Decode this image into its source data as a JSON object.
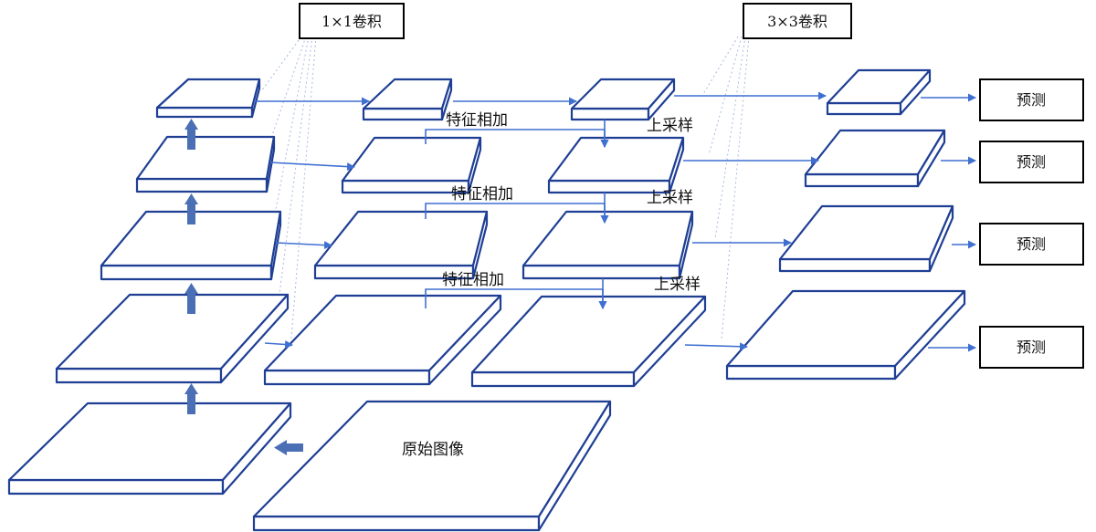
{
  "labels": {
    "conv1x1": "1×1卷积",
    "conv3x3": "3×3卷积",
    "feature_add": "特征相加",
    "upsample": "上采样",
    "predict": "预测",
    "original_image": "原始图像"
  },
  "colors": {
    "slab_stroke": "#1f3f94",
    "arrow": "#3f6fd1",
    "fat_arrow": "#4a6fb5"
  }
}
